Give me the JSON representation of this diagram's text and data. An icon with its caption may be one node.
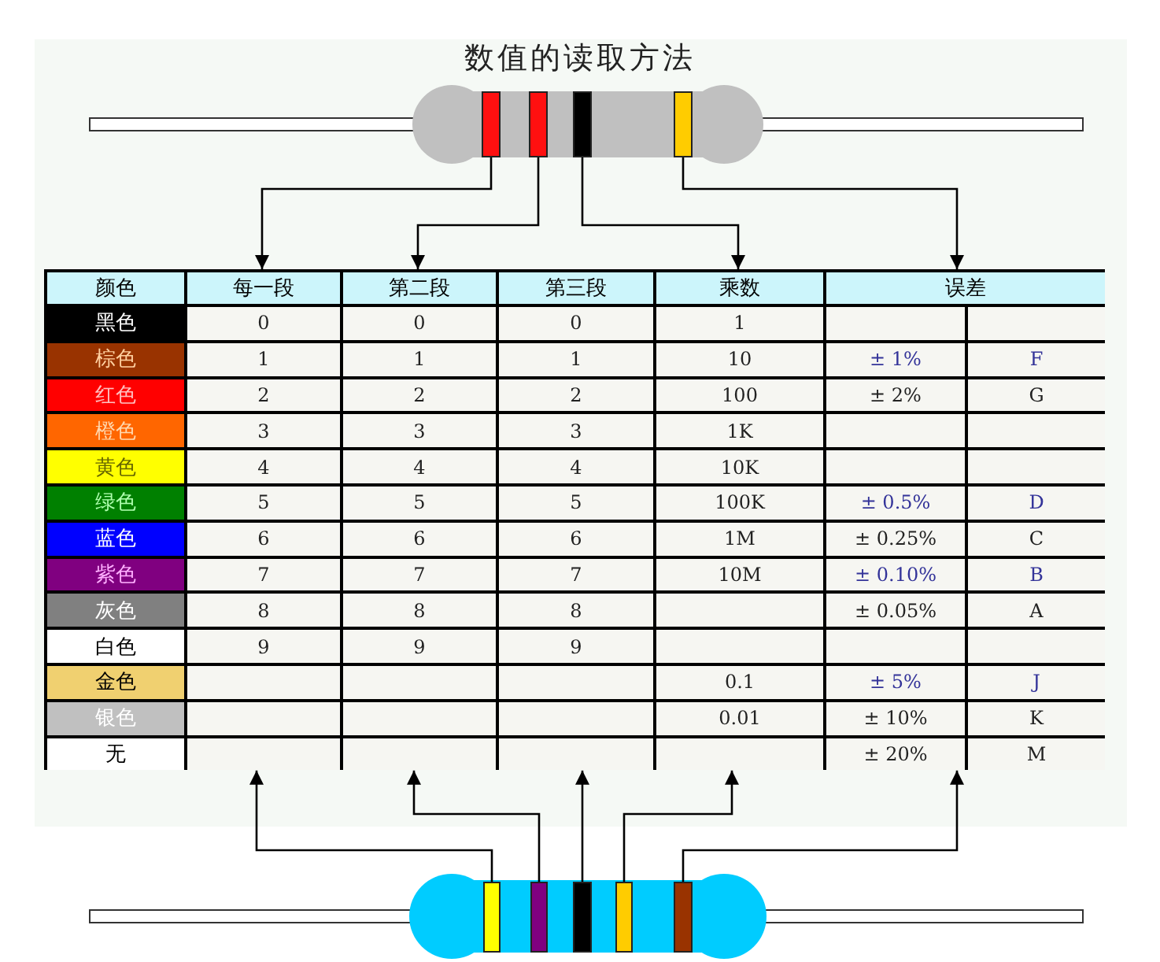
{
  "diagram": {
    "title": "数值的读取方法",
    "nodes": [
      {
        "text": [],
        "shape": "bar"
      },
      {
        "text": [],
        "shape": "bar"
      },
      {
        "text": [],
        "shape": "bar"
      },
      {
        "text": [],
        "shape": "bar"
      },
      {
        "text": [],
        "shape": "box"
      },
      {
        "text": [
          "颜色"
        ],
        "in": 4
      },
      {
        "text": [
          "每一段"
        ],
        "in": 4
      },
      {
        "text": [
          "第二段"
        ],
        "in": 4
      },
      {
        "text": [
          "第三段"
        ],
        "in": 4
      },
      {
        "text": [
          "乘数"
        ],
        "in": 4
      },
      {
        "text": [
          "误差"
        ],
        "in": 4
      },
      {
        "text": [],
        "shape": "bar"
      },
      {
        "text": [],
        "shape": "bar"
      },
      {
        "text": [],
        "shape": "bar"
      },
      {
        "text": [],
        "shape": "bar"
      },
      {
        "text": [],
        "shape": "bar"
      }
    ],
    "edges": [
      {
        "from": 0,
        "to": 6,
        "arrow": "to"
      },
      {
        "from": 1,
        "to": 7,
        "arrow": "to"
      },
      {
        "from": 2,
        "to": 9,
        "arrow": "to"
      },
      {
        "from": 3,
        "to": 10,
        "arrow": "to"
      },
      {
        "from": 11,
        "to": 4,
        "arrow": "to"
      },
      {
        "from": 12,
        "to": 4,
        "arrow": "to"
      },
      {
        "from": 13,
        "to": 4,
        "arrow": "to"
      },
      {
        "from": 14,
        "to": 4,
        "arrow": "to"
      },
      {
        "from": 15,
        "to": 4,
        "arrow": "to"
      }
    ],
    "labels": [
      "黑色",
      "0",
      "0",
      "0",
      "1",
      "棕色",
      "1",
      "1",
      "1",
      "10",
      "± 1%",
      "F",
      "红色",
      "2",
      "2",
      "2",
      "100",
      "± 2%",
      "G",
      "橙色",
      "3",
      "3",
      "3",
      "1K",
      "黄色",
      "4",
      "4",
      "4",
      "10K",
      "绿色",
      "5",
      "5",
      "5",
      "100K",
      "± 0.5%",
      "D",
      "蓝色",
      "6",
      "6",
      "6",
      "1M",
      "± 0.25%",
      "C",
      "紫色",
      "7",
      "7",
      "7",
      "10M",
      "± 0.10%",
      "B",
      "灰色",
      "8",
      "8",
      "8",
      "± 0.05%",
      "A",
      "白色",
      "9",
      "9",
      "9",
      "金色",
      "0.1",
      "± 5%",
      "J",
      "银色",
      "0.01",
      "± 10%",
      "K",
      "无",
      "± 20%",
      "M"
    ]
  }
}
